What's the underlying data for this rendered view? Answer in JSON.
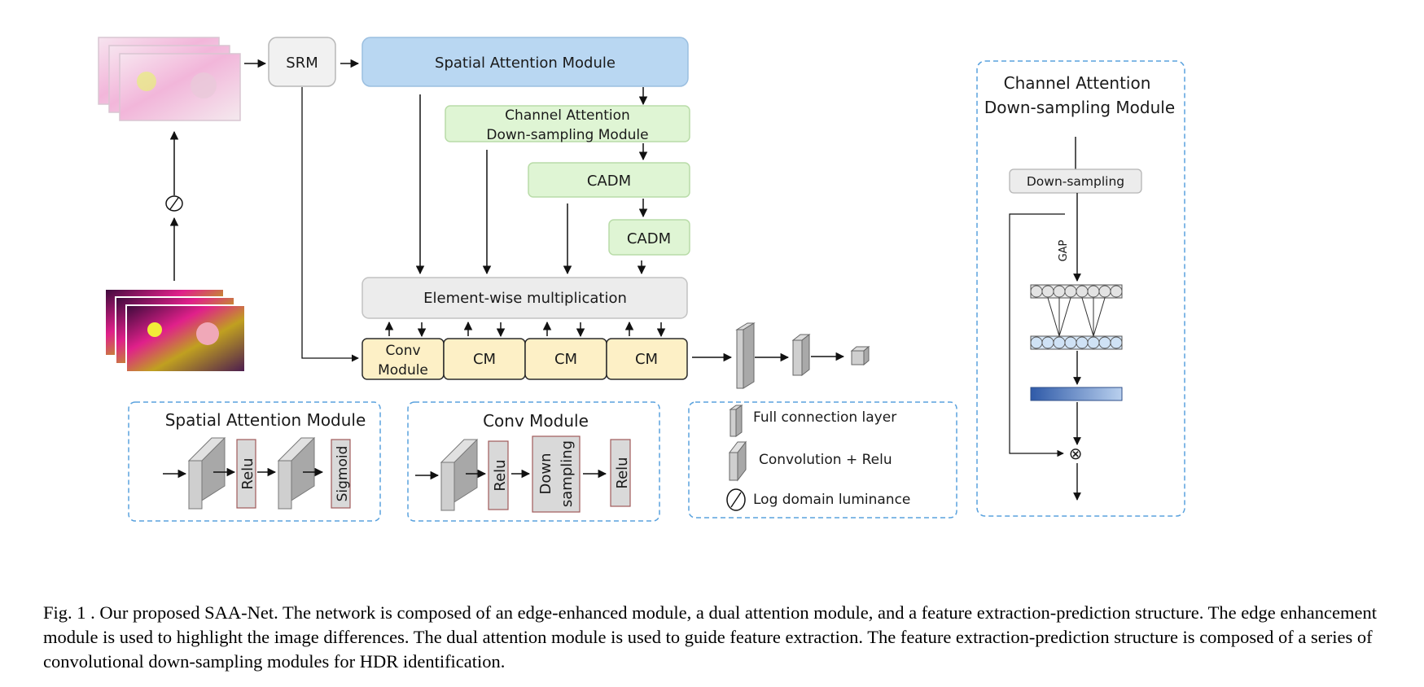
{
  "main": {
    "srm": "SRM",
    "spatial_attention": "Spatial Attention Module",
    "cadm_line1": "Channel Attention",
    "cadm_line2": "Down-sampling Module",
    "cadm_2": "CADM",
    "cadm_3": "CADM",
    "element_wise": "Element-wise multiplication",
    "conv_module_line1": "Conv",
    "conv_module_line2": "Module",
    "cm_1": "CM",
    "cm_2": "CM",
    "cm_3": "CM"
  },
  "legend_spatial": {
    "title": "Spatial Attention Module",
    "relu": "Relu",
    "sigmoid": "Sigmoid"
  },
  "legend_conv": {
    "title": "Conv Module",
    "relu_a": "Relu",
    "down_line1": "Down",
    "down_line2": "sampling",
    "relu_b": "Relu"
  },
  "legend_symbols": {
    "full_connection": "Full connection layer",
    "conv_relu": "Convolution + Relu",
    "log_luminance": "Log domain luminance"
  },
  "cadm_detail": {
    "title_line1": "Channel Attention",
    "title_line2": "Down-sampling Module",
    "downsampling": "Down-sampling",
    "gap": "GAP",
    "multiply_symbol": "⊗"
  },
  "caption": "Fig. 1 . Our proposed SAA-Net. The network is composed of an edge-enhanced module, a dual attention module, and a feature extraction-prediction structure. The edge enhancement module is used to highlight the image differences. The dual attention module is used to guide feature extraction. The feature extraction-prediction structure is composed of a series of convolutional down-sampling modules for HDR identification.",
  "colors": {
    "spatial_fill": "#b9d7f2",
    "green_fill": "#dff5d4",
    "gray_fill": "#ececec",
    "yellow_fill": "#fdf0c6",
    "dashed_border": "#5aa2de"
  }
}
